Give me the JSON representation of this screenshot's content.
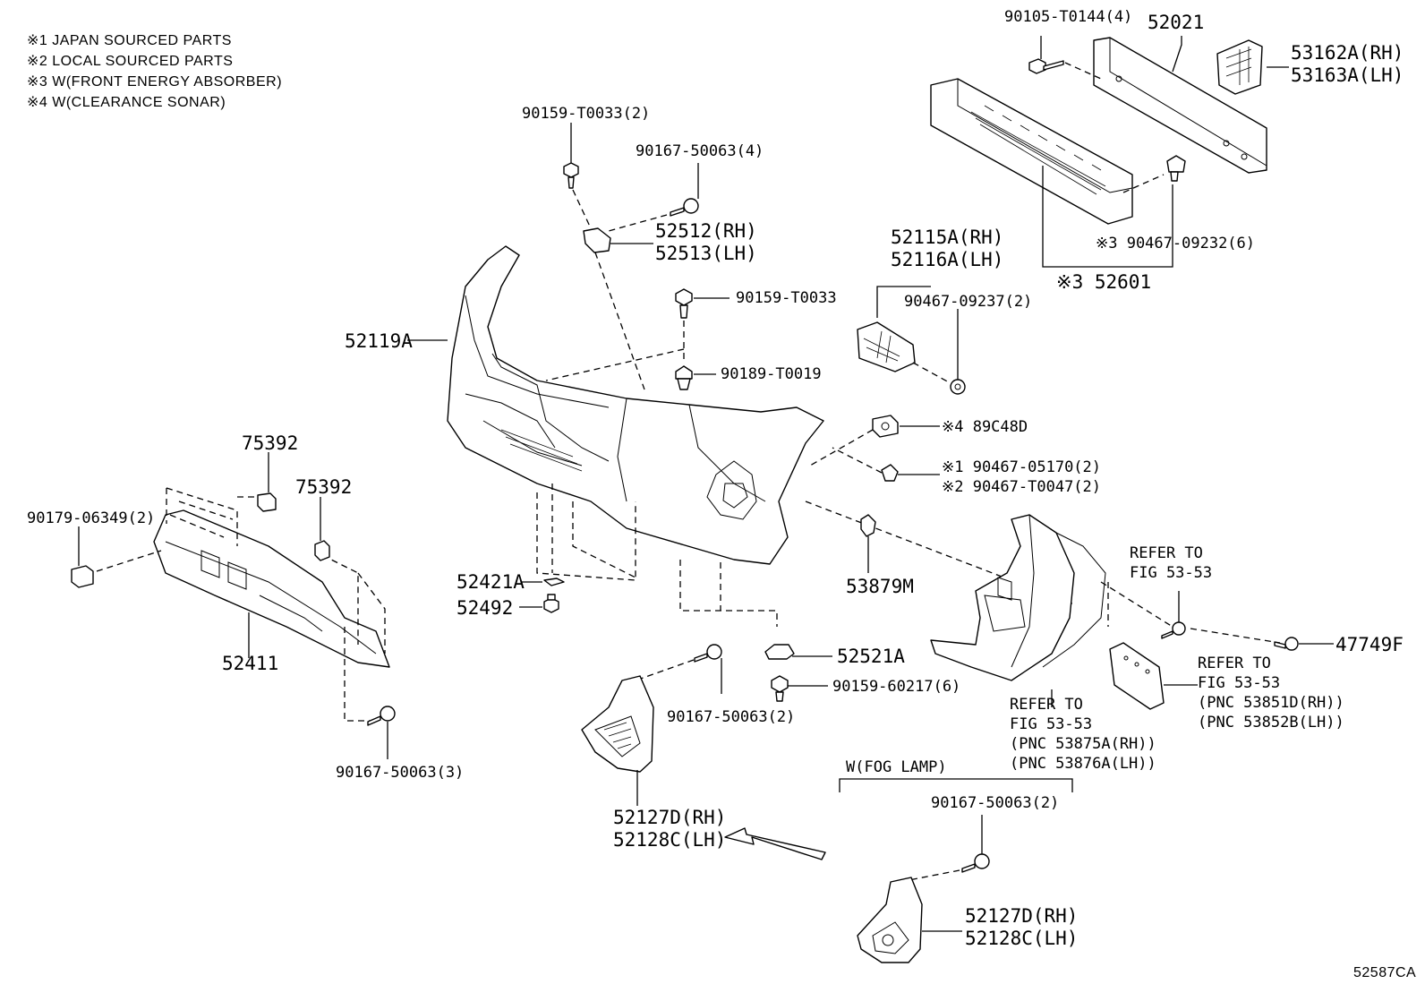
{
  "notes": [
    "※1 JAPAN SOURCED PARTS",
    "※2 LOCAL SOURCED PARTS",
    "※3 W(FRONT ENERGY ABSORBER)",
    "※4 W(CLEARANCE SONAR)"
  ],
  "labels": {
    "p90105": "90105-T0144(4)",
    "p52021": "52021",
    "p53162": "53162A(RH)",
    "p53163": "53163A(LH)",
    "p90159a": "90159-T0033(2)",
    "p90167a": "90167-50063(4)",
    "p52512": "52512(RH)",
    "p52513": "52513(LH)",
    "p52115": "52115A(RH)",
    "p52116": "52116A(LH)",
    "p90467a": "※3 90467-09232(6)",
    "p52601": "※3 52601",
    "p90159b": "90159-T0033",
    "p90467b": "90467-09237(2)",
    "p52119": "52119A",
    "p90189": "90189-T0019",
    "p89c48": "※4 89C48D",
    "p90467c": "※1 90467-05170(2)",
    "p90467d": "※2 90467-T0047(2)",
    "p75392a": "75392",
    "p75392b": "75392",
    "p90179": "90179-06349(2)",
    "p53879": "53879M",
    "p52421": "52421A",
    "p52492": "52492",
    "p52411": "52411",
    "refer1a": "REFER TO",
    "refer1b": "FIG 53-53",
    "p47749": "47749F",
    "p52521": "52521A",
    "p90159c": "90159-60217(6)",
    "refer2a": "REFER TO",
    "refer2b": "FIG 53-53",
    "refer2c": "(PNC 53851D(RH))",
    "refer2d": "(PNC 53852B(LH))",
    "p90167b": "90167-50063(2)",
    "refer3a": "REFER TO",
    "refer3b": "FIG 53-53",
    "refer3c": "(PNC 53875A(RH))",
    "refer3d": "(PNC 53876A(LH))",
    "p90167c": "90167-50063(3)",
    "foglamp": "W(FOG LAMP)",
    "p90167d": "90167-50063(2)",
    "p52127a": "52127D(RH)",
    "p52128a": "52128C(LH)",
    "p52127b": "52127D(RH)",
    "p52128b": "52128C(LH)",
    "figcode": "52587CA"
  }
}
